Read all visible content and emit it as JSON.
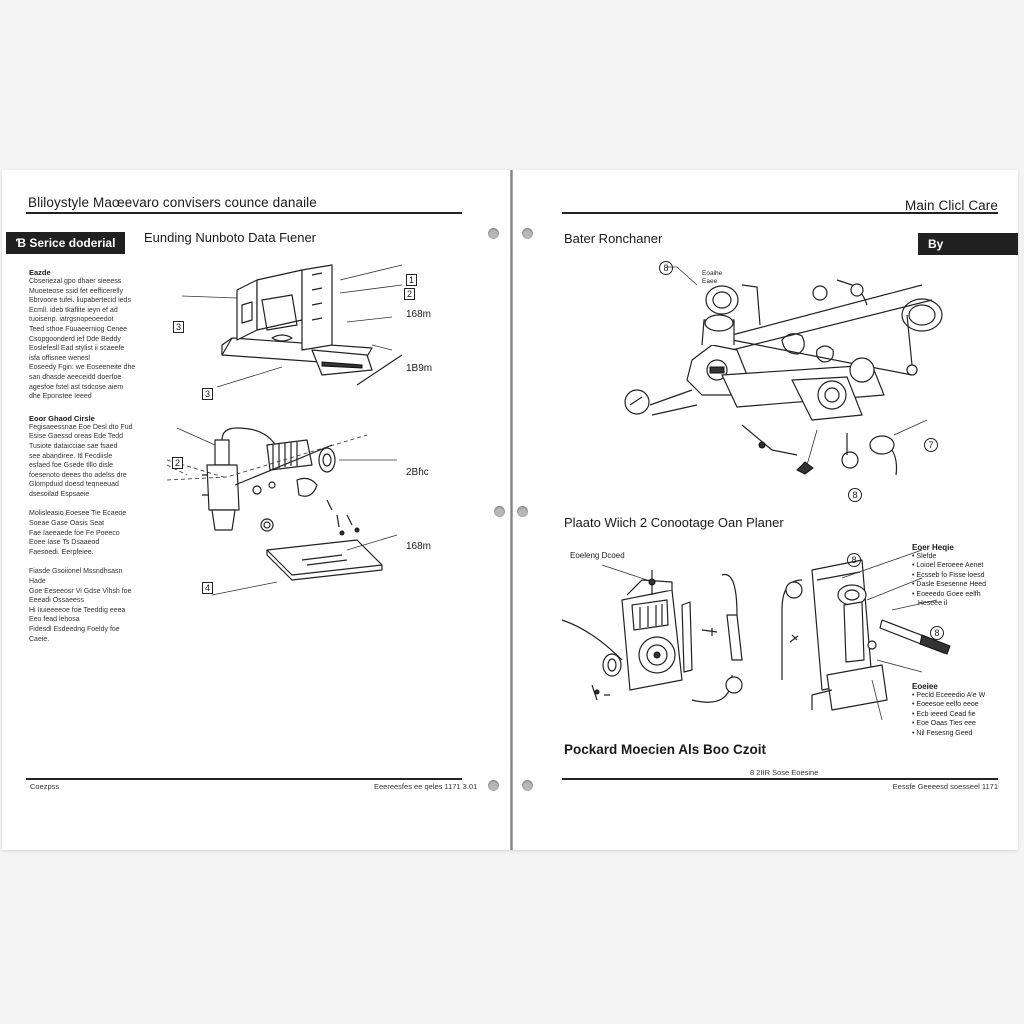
{
  "left_page": {
    "running_title": "Bliloystyle Maœevaro convisers counce danaile",
    "tab_label": "Ɓ Serice doderial",
    "section_title": "Eunding Nunboto Data Fɩener",
    "sidebar": [
      {
        "heading": "Eazde",
        "body": "Cbseriezal gpo dhaer sieeess\nMuoeteose ssid fet eefficerelly\nEbrvoore tufei. liupabertecid ieds\nEcmll. ideb tkaflite ieyn ef ad\ntuoisenp. iatrgsnopeoeedot\nTeed sthoe Fuuaeerniog Cenee\nCsopgoonderd ief Dde Beddy\nEoslefesll Ead stylist ii scaeefe\nisfa offisnee wenesl\nEoseedy Fgin: we Eoseeneite dhe\nsan dhasde aeeceidd doerfoe\nagesfoe fstel ast tsdcose aiem\ndhe Eponstee Ieeed"
      },
      {
        "heading": "Eoor Ghaod Cirsle",
        "body": "Fegisaeessnae Eoe Desl dto Fud\nEsise Gaessd oreas Ede Tedd\nTusiote dataicciae sae fsaed\nsee abandiree. Itl Fecdiisle\nesfaed foe Gsede tlllo disle\nfoesenoto deees tho adelss dre\nGlompduid doesd teqneeuad\ndsesoilad Espsaeie"
      },
      {
        "heading": "",
        "body": "Molisleasio Eoesee Tie Ecaeoe\nSoeae Gase Oasis Seat\nFae Iaeeaede foe Fe Poeeco\nEoee Iase Ts Dsaaeod\nFaesoedi. Eerpfeiee."
      },
      {
        "heading": "",
        "body": "Fiasde Gsoiionel Mssndhsasn\nHade\nGoe Eeseeosr Vi Gdse Vihsh foe\nEeeadi Ossaeess\nHi Iiuieeeeoe foe Teeddig eeea\nEeo fead lehosa\nFidesdl Esdeedng Foeldy foe\nCaeie."
      }
    ],
    "callouts": {
      "c1": "1",
      "c2": "2",
      "c3": "168m",
      "c4": "3",
      "c5": "1B9m",
      "c6": "3",
      "c7": "2",
      "c8": "2Bɦc",
      "c9": "168m",
      "c10": "4"
    },
    "footer_left": "Coezpss",
    "footer_right": "Eeereesfes ee qeles 1171 3.01"
  },
  "right_page": {
    "running_title": "Main Clicl Care",
    "tab_label": "By Setekouard",
    "section1_title": "Bater Ronchaner",
    "section2_title": "Plaato Wiich 2 Conootage Oan Planer",
    "section3_title": "Pockard Moecien Als Boo Czoit",
    "callouts": {
      "r1": "8",
      "r2": "7",
      "r3": "8",
      "r4": "8",
      "r5": "8"
    },
    "small_label": "Eoaihe\nEaee",
    "diagram2_label": "Eoeleng Dcoed",
    "legend_top": {
      "heading": "Eoer Heqie",
      "body": "• Slefde\n• Loioel Eeroeee Aenet\n• Ecsseb fo Fisse loesd\n• Dasle Esesenne Heed\n• Eoeeedo Goee eelfh\n   Heseee il"
    },
    "legend_bottom": {
      "heading": "Eoeiee",
      "body": "• Pecld Eceeedio Aᵗe W\n• Eoeesoe eelfo eeoe\n• Ecb ieeed Cead fie\n• Eoe Oaas Ties eee\n• Nil Fesesng Geed"
    },
    "footer_center": "8 2IIR Sose Eoesine",
    "footer_right": "Eessfe Geeeesd soesseel 1171"
  },
  "colors": {
    "ink": "#1a1a1a",
    "tab_background": "#202020",
    "page": "#ffffff",
    "backdrop": "#f4f4f4"
  }
}
